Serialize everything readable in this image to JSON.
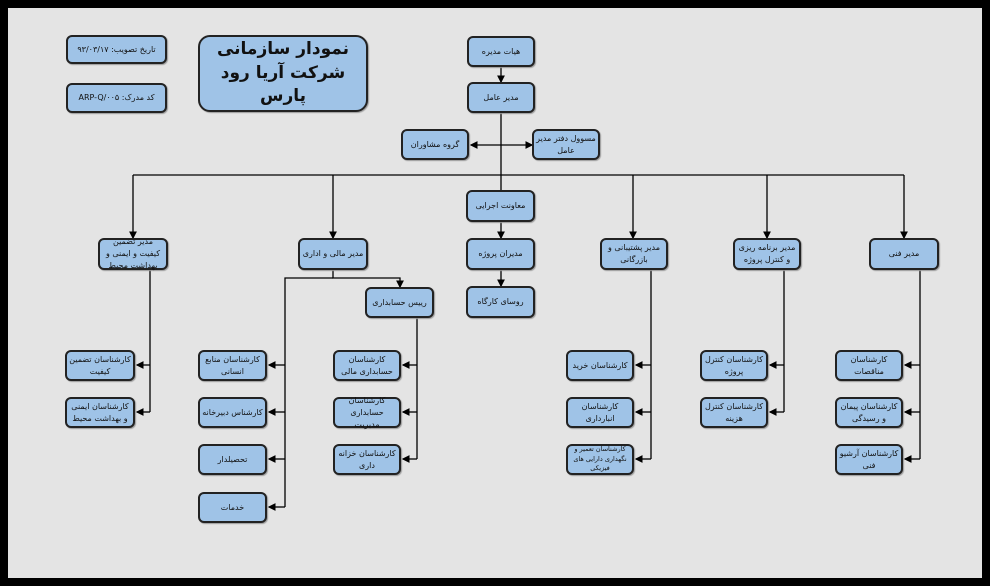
{
  "header": {
    "date": "تاریخ تصویب: ۹۳/۰۳/۱۷",
    "code": "کد مدرک: ARP-Q/۰۰۵",
    "title": "نمودار سازمانی شرکت آریا رود پارس"
  },
  "nodes": {
    "board": "هیات مدیره",
    "ceo": "مدیر عامل",
    "advisors": "گروه مشاوران",
    "ceo_office": "مسوول دفتر مدیر عامل",
    "exec_deputy": "معاونت اجرایی",
    "project_managers": "مدیران پروژه",
    "site_heads": "روسای کارگاه",
    "qhse": "مدیر تضمین کیفیت و ایمنی و بهداشت محیط",
    "finance": "مدیر مالی و اداری",
    "support": "مدیر پشتیبانی و بازرگانی",
    "planning": "مدیر برنامه ریزی و کنترل پروژه",
    "technical": "مدیر فنی",
    "chief_accountant": "رییس حسابداری",
    "qa_expert": "کارشناسان تضمین کیفیت",
    "hse_expert": "کارشناسان ایمنی و بهداشت محیط",
    "hr_expert": "کارشناسان منابع انسانی",
    "secretariat": "کارشناس دبیرخانه",
    "collector": "تحصیلدار",
    "services": "خدمات",
    "fin_accounting": "کارشناسان حسابداری مالی",
    "mgmt_accounting": "کارشناسان حسابداری مدیریت",
    "treasury": "کارشناسان خزانه داری",
    "purchase": "کارشناسان خرید",
    "warehouse": "کارشناسان انبارداری",
    "maintenance": "کارشناسان تعمیر و نگهداری دارایی های فیزیکی",
    "project_control": "کارشناسان کنترل پروژه",
    "cost_control": "کارشناسان کنترل هزینه",
    "tenders": "کارشناسان مناقصات",
    "contracts": "کارشناسان پیمان و رسیدگی",
    "tech_archive": "کارشناسان آرشیو فنی"
  }
}
